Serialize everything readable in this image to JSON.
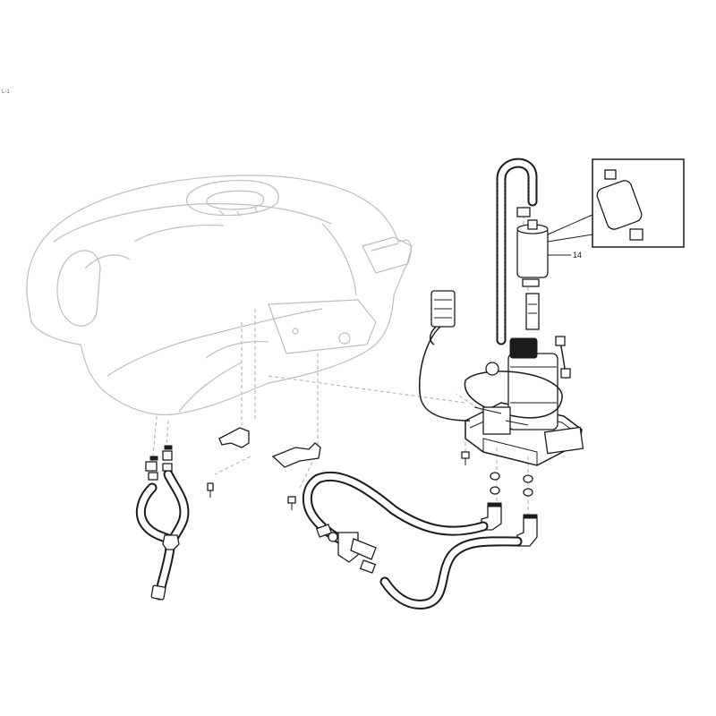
{
  "diagram": {
    "corner_mark": "L-1",
    "callouts": [
      {
        "id": "14",
        "text": "14"
      }
    ]
  }
}
